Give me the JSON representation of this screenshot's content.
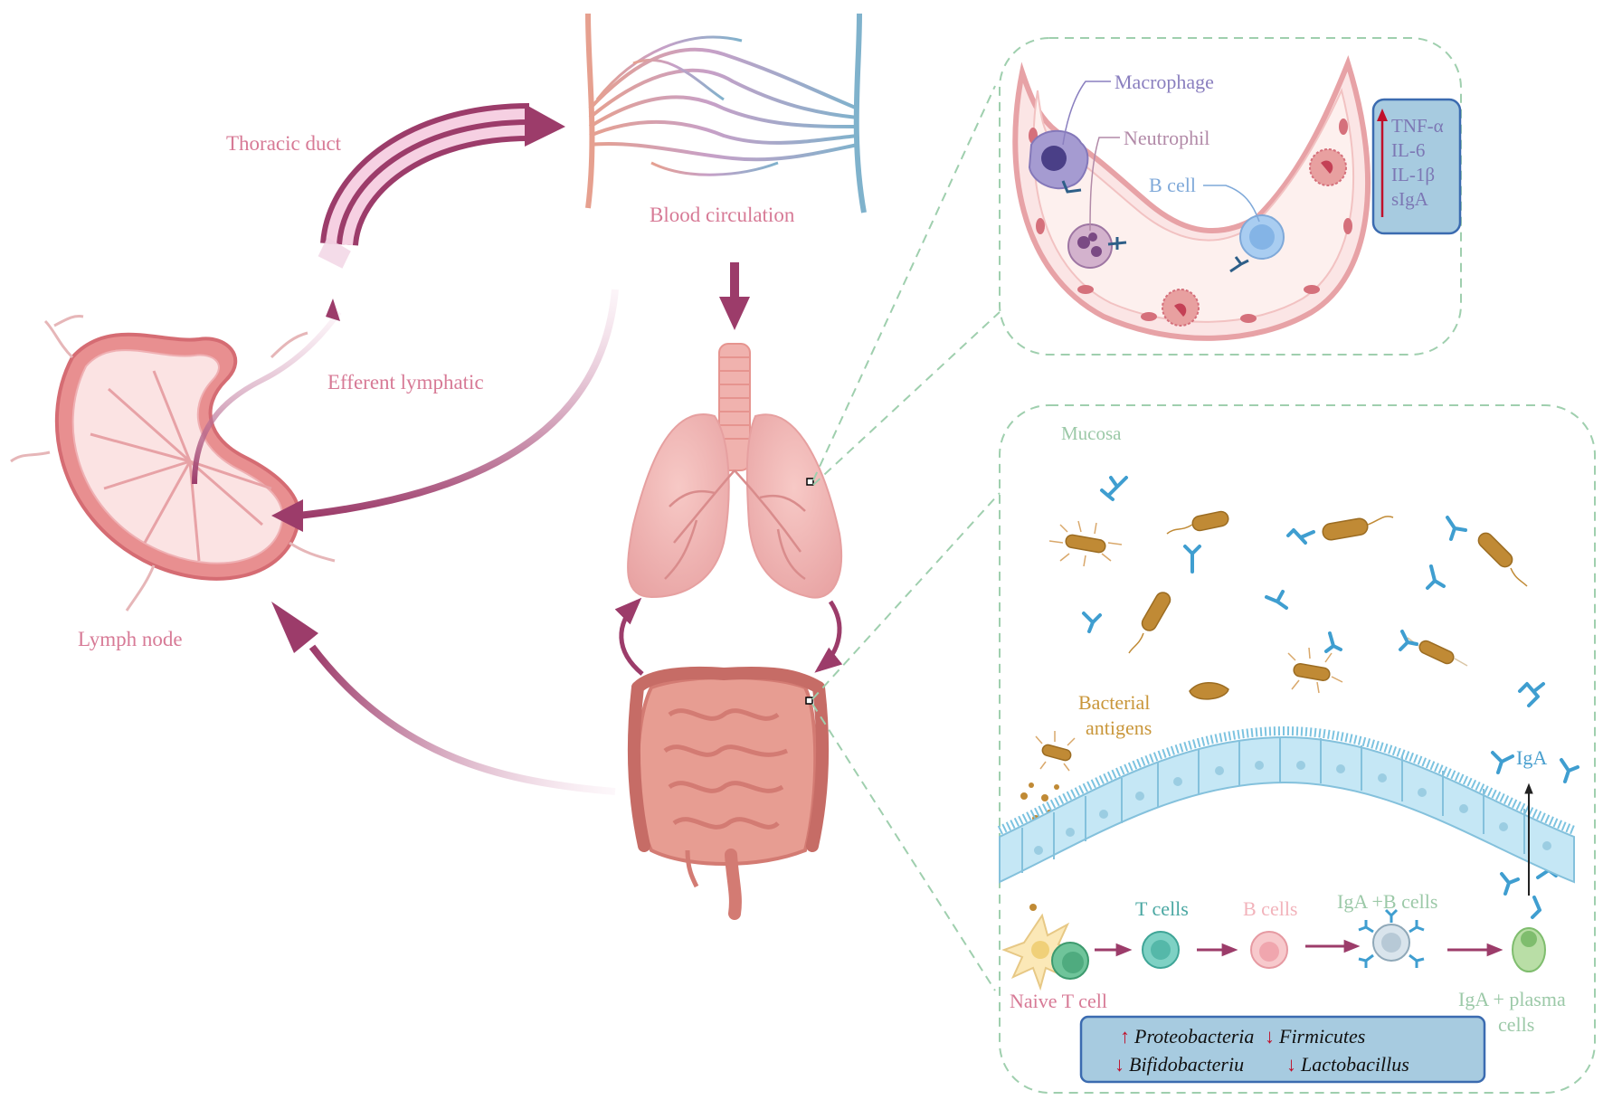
{
  "labels": {
    "thoracic_duct": "Thoracic duct",
    "blood_circulation": "Blood circulation",
    "efferent_lymphatic": "Efferent lymphatic",
    "lymph_node": "Lymph node",
    "macrophage": "Macrophage",
    "neutrophil": "Neutrophil",
    "b_cell": "B cell",
    "mucosa": "Mucosa",
    "bacterial_antigens_1": "Bacterial",
    "bacterial_antigens_2": "antigens",
    "iga": "IgA",
    "t_cells": "T cells",
    "b_cells": "B cells",
    "iga_b_cells": "IgA +B cells",
    "naive_t_cell": "Naive T cell",
    "iga_plasma_1": "IgA + plasma",
    "iga_plasma_2": "cells"
  },
  "cytokines": [
    "TNF-α",
    "IL-6",
    "IL-1β",
    "sIgA"
  ],
  "microbiota": {
    "up_arrow": "↑",
    "down_arrow": "↓",
    "proteobacteria": "Proteobacteria",
    "firmicutes": "Firmicutes",
    "bifidobacterium": "Bifidobacteriu",
    "lactobacillus": "Lactobacillus"
  },
  "colors": {
    "pink_label": "#d77a96",
    "plum_arrow": "#9c3c6a",
    "purple_label": "#8a7fbf",
    "neutrophil_label": "#b28aa8",
    "bcell_label": "#7fa9d9",
    "green_label": "#9cc9a8",
    "amber_label": "#c9963a",
    "teal_label": "#49a7a2",
    "blue_label": "#4aa0cf",
    "box_fill": "#a7cbe0",
    "box_border": "#3b6bb0",
    "dash_green": "#9fcfae",
    "red_arrow": "#c0102a"
  }
}
